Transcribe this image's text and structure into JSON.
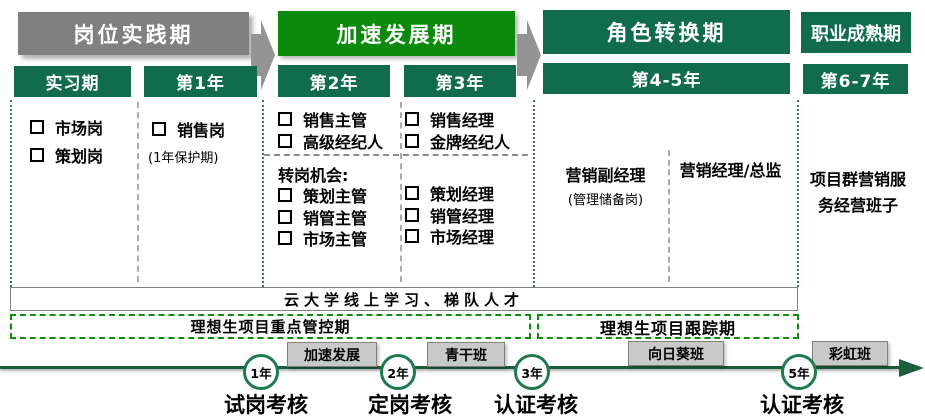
{
  "colors": {
    "phase_gray": "#808080",
    "phase_bright_green": "#0B8A0B",
    "phase_dark_green": "#116C4D",
    "timeline_green": "#1B5E3B",
    "circle_border_green": "#1E7B4D",
    "dashed_band_green": "#0E8C0E",
    "program_button_gray": "#C9C9C9",
    "arrow_gray": "#949494"
  },
  "phases": [
    {
      "label": "岗位实践期"
    },
    {
      "label": "加速发展期"
    },
    {
      "label": "角色转换期"
    },
    {
      "label": "职业成熟期"
    }
  ],
  "periods": [
    "实习期",
    "第1年",
    "第2年",
    "第3年",
    "第4-5年",
    "第6-7年"
  ],
  "content": {
    "internship": {
      "items": [
        "市场岗",
        "策划岗"
      ]
    },
    "year1": {
      "items": [
        "销售岗"
      ],
      "note": "(1年保护期)"
    },
    "year2": {
      "items": [
        "销售主管",
        "高级经纪人"
      ],
      "transfer_heading": "转岗机会:",
      "transfer_items": [
        "策划主管",
        "销管主管",
        "市场主管"
      ]
    },
    "year3": {
      "items": [
        "销售经理",
        "金牌经纪人"
      ],
      "transfer_items": [
        "策划经理",
        "销管经理",
        "市场经理"
      ]
    },
    "year45": {
      "left_title": "营销副经理",
      "left_note": "(管理储备岗)",
      "right_title": "营销经理/总监"
    },
    "year67": {
      "line1": "项目群营销服",
      "line2": "务经营班子"
    }
  },
  "bands": {
    "cloud_university": "云大学线上学习、梯队人才",
    "key_control": "理想生项目重点管控期",
    "tracking": "理想生项目跟踪期"
  },
  "timeline": {
    "programs": [
      {
        "label": "加速发展"
      },
      {
        "label": "青干班"
      },
      {
        "label": "向日葵班"
      },
      {
        "label": "彩虹班"
      }
    ],
    "milestones": [
      {
        "year": "1年",
        "label": "试岗考核"
      },
      {
        "year": "2年",
        "label": "定岗考核"
      },
      {
        "year": "3年",
        "label": "认证考核"
      },
      {
        "year": "5年",
        "label": "认证考核"
      }
    ]
  }
}
